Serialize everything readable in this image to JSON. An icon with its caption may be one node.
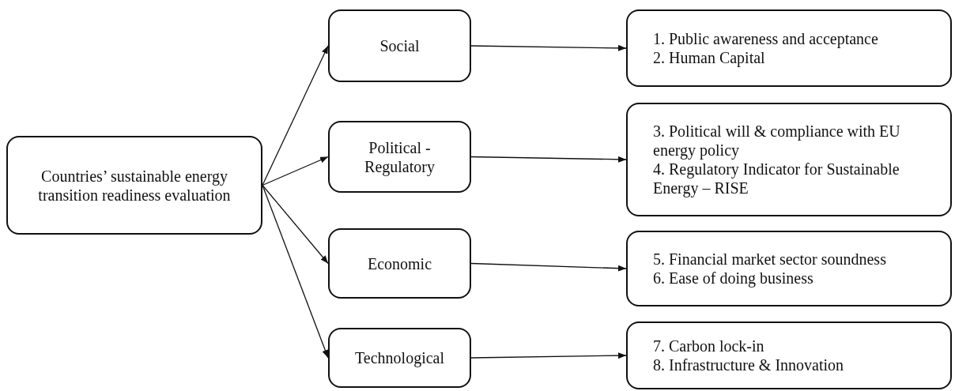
{
  "diagram": {
    "nodes": [
      {
        "text": [
          "Countries’ sustainable energy transition readiness evaluation"
        ]
      },
      {
        "text": [
          "Social"
        ]
      },
      {
        "text": [
          "Political - Regulatory"
        ]
      },
      {
        "text": [
          "Economic"
        ]
      },
      {
        "text": [
          "Technological"
        ]
      },
      {
        "text": [
          "1. Public awareness and acceptance",
          "2. Human Capital"
        ]
      },
      {
        "text": [
          "3. Political will & compliance with EU energy policy",
          "4. Regulatory Indicator for Sustainable Energy – RISE"
        ]
      },
      {
        "text": [
          "5. Financial market sector soundness",
          "6. Ease of doing business"
        ]
      },
      {
        "text": [
          "7. Carbon lock-in",
          "8. Infrastructure & Innovation"
        ]
      }
    ],
    "edges": [
      {
        "from": 0,
        "to": 1,
        "arrow": "to"
      },
      {
        "from": 0,
        "to": 2,
        "arrow": "to"
      },
      {
        "from": 0,
        "to": 3,
        "arrow": "to"
      },
      {
        "from": 0,
        "to": 4,
        "arrow": "to"
      },
      {
        "from": 1,
        "to": 5,
        "arrow": "to"
      },
      {
        "from": 2,
        "to": 6,
        "arrow": "to"
      },
      {
        "from": 3,
        "to": 7,
        "arrow": "to"
      },
      {
        "from": 4,
        "to": 8,
        "arrow": "to"
      }
    ]
  }
}
